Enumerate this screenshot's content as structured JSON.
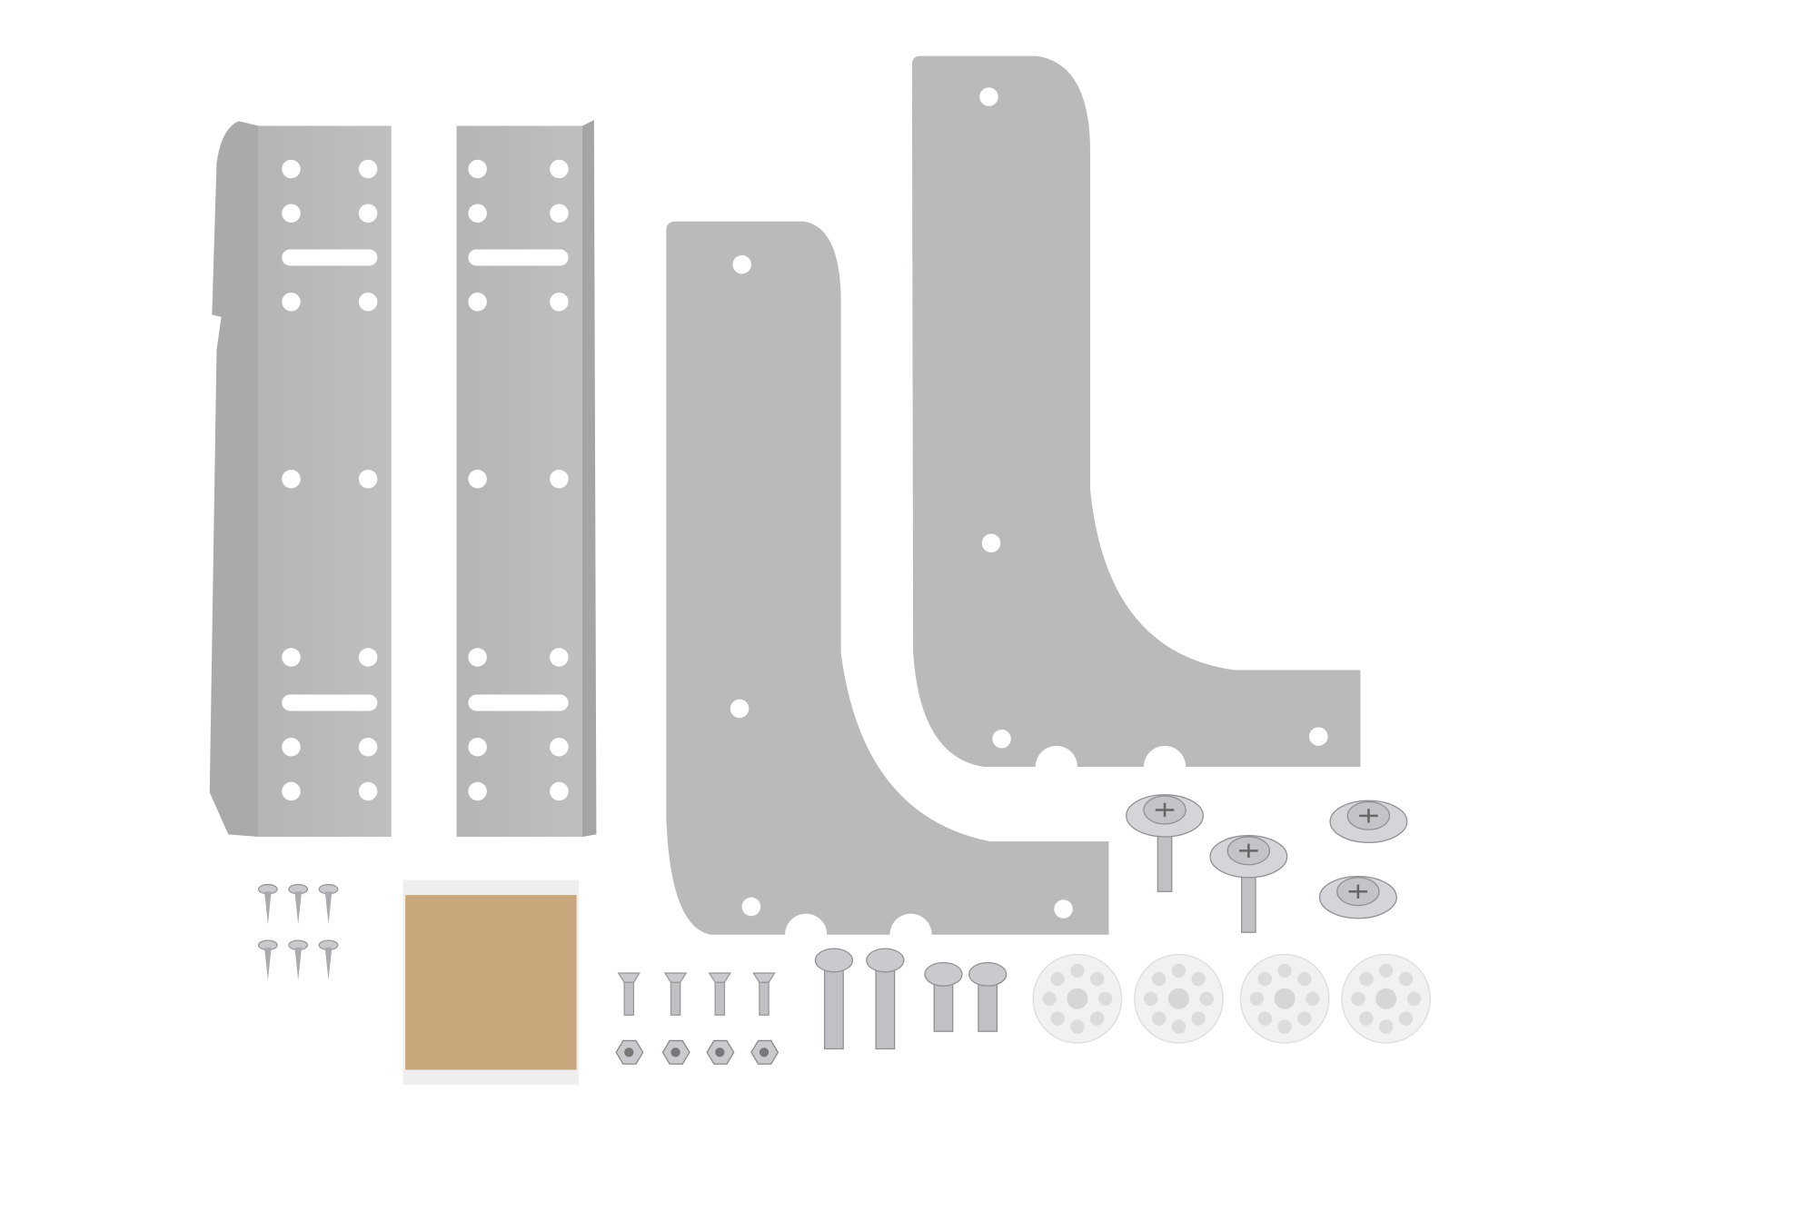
{
  "colors": {
    "background": "#ffffff",
    "metal": "#b9babc",
    "metal_dark": "#9c9d9f",
    "hole": "#ffffff",
    "tape": "#c9a77c",
    "screw": "#c8cacd",
    "foot": "#f1f1f1"
  },
  "items": [
    {
      "name": "u-channel-bracket",
      "count": 2
    },
    {
      "name": "l-shaped-plate",
      "count": 2
    },
    {
      "name": "wood-screw",
      "count": 6
    },
    {
      "name": "adhesive-pad",
      "count": 1
    },
    {
      "name": "small-machine-screw",
      "count": 4
    },
    {
      "name": "hex-nut",
      "count": 4
    },
    {
      "name": "long-bolt",
      "count": 2
    },
    {
      "name": "short-bolt",
      "count": 2
    },
    {
      "name": "washer-head-screw",
      "count": 4
    },
    {
      "name": "plastic-foot",
      "count": 4
    }
  ]
}
